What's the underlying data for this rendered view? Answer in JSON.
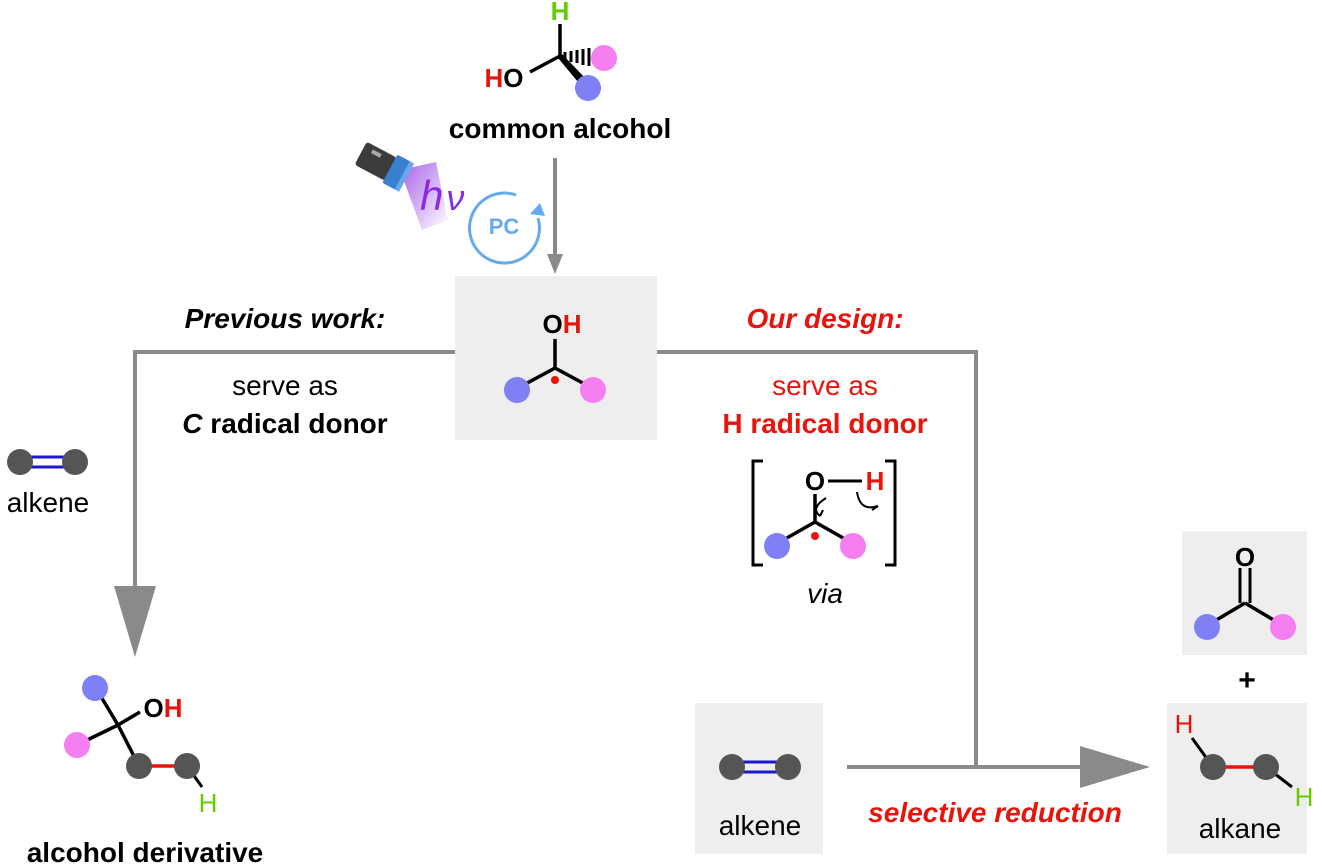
{
  "colors": {
    "atom_blue": "#8080f5",
    "atom_pink": "#f57ef0",
    "atom_gray": "#555555",
    "heteroatom_red": "#e8140c",
    "hydrogen_green": "#66cc00",
    "arrow_gray": "#8a8a8a",
    "panel_gray": "#eeeeee",
    "photocatalyst_blue": "#66aaee",
    "light_purple": "#8a2be2",
    "double_bond_blue": "#1a1acc"
  },
  "icons": {
    "light_source": "flashlight-icon",
    "catalyst_cycle": "photocatalyst-cycle-icon"
  },
  "top": {
    "h_atom": "H",
    "ho_h": "H",
    "ho_o": "O",
    "caption": "common alcohol"
  },
  "light": {
    "h": "h",
    "nu": "ν",
    "catalyst": "PC"
  },
  "center": {
    "o": "O",
    "h": "H"
  },
  "left": {
    "heading": "Previous work:",
    "role_line1": "serve as",
    "role_line2_italic": "C",
    "role_line2_rest": " radical donor",
    "alkene_label": "alkene",
    "product_o": "O",
    "product_h": "H",
    "product_h_bottom": "H",
    "product_caption": "alcohol derivative"
  },
  "right": {
    "heading": "Our design:",
    "role_line1": "serve as",
    "role_line2": "H radical donor",
    "ts_o": "O",
    "ts_h": "H",
    "via": "via",
    "alkene_label": "alkene",
    "reaction_label": "selective reduction",
    "ketone_o": "O",
    "plus": "+",
    "alkane_h_left": "H",
    "alkane_h_right": "H",
    "alkane_label": "alkane"
  }
}
